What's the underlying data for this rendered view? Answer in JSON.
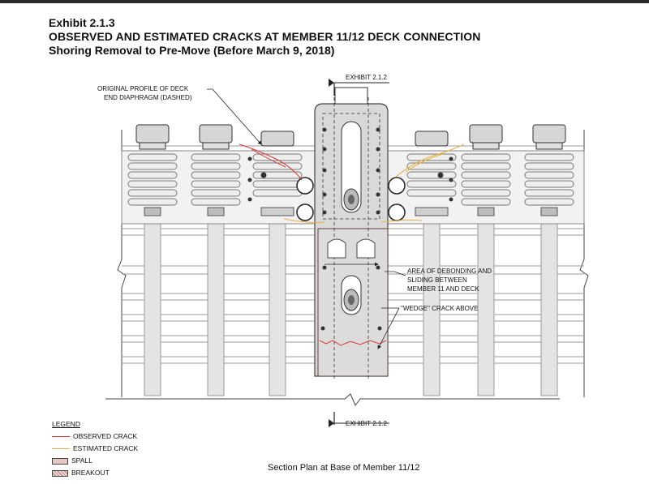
{
  "title": {
    "exhibit": "Exhibit 2.1.3",
    "main": "OBSERVED AND ESTIMATED CRACKS AT MEMBER 11/12 DECK CONNECTION",
    "subtitle": "Shoring Removal to Pre-Move (Before March 9, 2018)"
  },
  "drawing": {
    "section_ref_top": "EXHIBIT 2.1.2",
    "section_ref_bottom": "EXHIBIT 2.1.2",
    "note_original_profile": [
      "ORIGINAL PROFILE OF DECK",
      "END DIAPHRAGM (DASHED)"
    ],
    "note_debonding": [
      "AREA OF DEBONDING AND",
      "SLIDING BETWEEN",
      "MEMBER 11 AND DECK"
    ],
    "note_wedge": "\"WEDGE\" CRACK ABOVE"
  },
  "legend": {
    "title": "LEGEND",
    "items": [
      {
        "label": "OBSERVED CRACK",
        "swatch": "line",
        "color": "#d63a3a"
      },
      {
        "label": "ESTIMATED CRACK",
        "swatch": "line",
        "color": "#e6b040"
      },
      {
        "label": "SPALL",
        "swatch": "spall",
        "color": "#e7c6c6"
      },
      {
        "label": "BREAKOUT",
        "swatch": "breakout",
        "color": "#b07070"
      }
    ]
  },
  "caption": "Section Plan at Base of Member 11/12",
  "colors": {
    "observed_crack": "#d63a3a",
    "estimated_crack": "#e6b040",
    "member_fill": "#d9d9d9",
    "linework": "#555555"
  }
}
